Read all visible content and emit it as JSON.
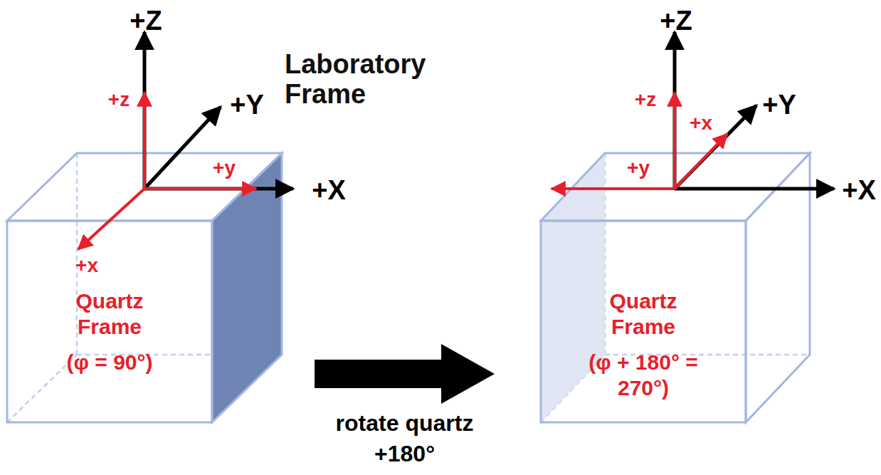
{
  "diagram": {
    "nodes": [
      {
        "text": [
          "Quartz Frame",
          "(φ = 90°)"
        ]
      },
      {
        "text": [
          "Quartz Frame",
          "(φ + 180° = 270°)"
        ]
      }
    ],
    "edges": [
      {
        "from": 0,
        "to": 1,
        "arrow": "to",
        "label": "rotate quartz +180°"
      }
    ],
    "labels": [
      "+Z",
      "+z",
      "+Y",
      "Laboratory Frame",
      "+y",
      "+X",
      "+x",
      "+Z",
      "+z",
      "+x",
      "+Y",
      "+y",
      "+X"
    ]
  }
}
